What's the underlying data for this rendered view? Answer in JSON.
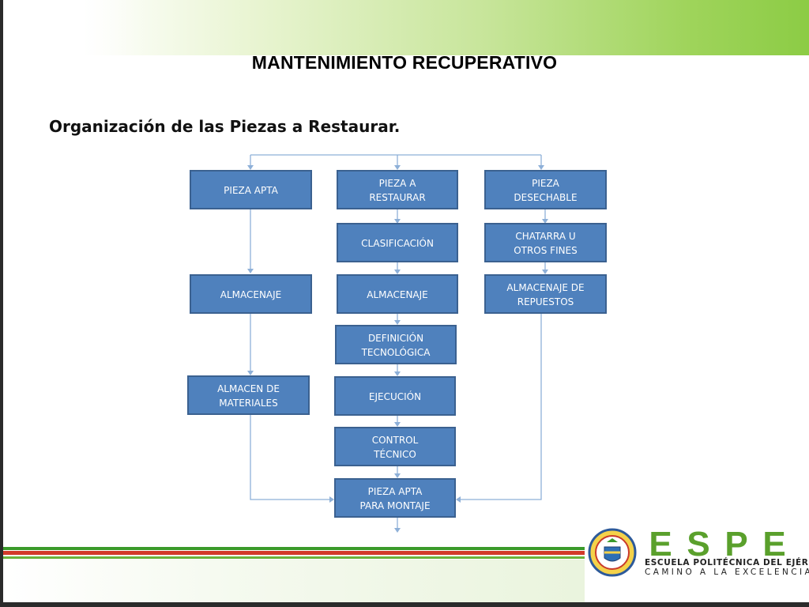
{
  "slide": {
    "title": "MANTENIMIENTO RECUPERATIVO",
    "subtitle": "Organización de las Piezas a Restaurar."
  },
  "diagram": {
    "nodes": {
      "pieza_apta": [
        "PIEZA APTA"
      ],
      "pieza_a_restaurar": [
        "PIEZA A",
        "RESTAURAR"
      ],
      "pieza_desechable": [
        "PIEZA",
        "DESECHABLE"
      ],
      "clasificacion": [
        "CLASIFICACIÓN"
      ],
      "chatarra": [
        "CHATARRA U",
        "OTROS FINES"
      ],
      "almacenaje_left": [
        "ALMACENAJE"
      ],
      "almacenaje_center": [
        "ALMACENAJE"
      ],
      "almacenaje_repuestos": [
        "ALMACENAJE DE",
        "REPUESTOS"
      ],
      "definicion": [
        "DEFINICIÓN",
        "TECNOLÓGICA"
      ],
      "almacen_materiales": [
        "ALMACEN DE",
        "MATERIALES"
      ],
      "ejecucion": [
        "EJECUCIÓN"
      ],
      "control": [
        "CONTROL",
        "TÉCNICO"
      ],
      "pieza_montaje": [
        "PIEZA APTA",
        "PARA MONTAJE"
      ]
    },
    "colors": {
      "node_fill": "#4f81bd",
      "node_border": "#3b6190",
      "connector": "#8eb0d8"
    }
  },
  "footer": {
    "logo_letters": [
      "E",
      "S",
      "P",
      "E"
    ],
    "logo_line1": "ESCUELA POLITÉCNICA DEL EJÉRCITO",
    "logo_line2": "CAMINO A LA EXCELENCIA",
    "brand_green": "#5aa02c",
    "stripe_green": "#3a9a2a",
    "stripe_red": "#d23a2a"
  }
}
